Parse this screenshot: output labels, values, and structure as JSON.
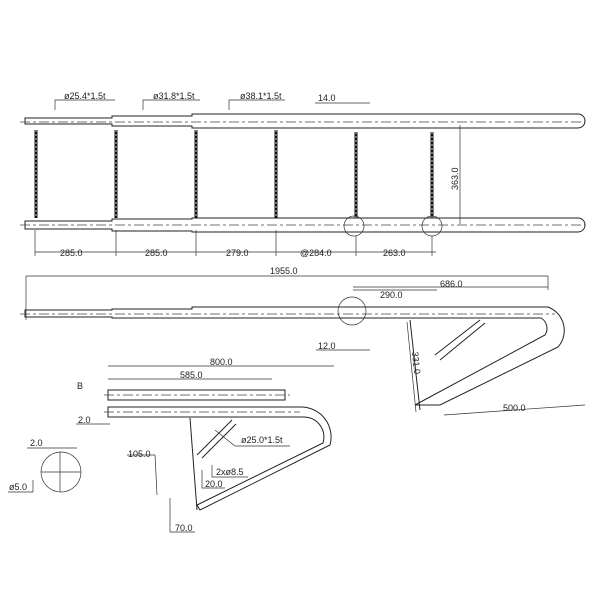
{
  "drawing": {
    "top_view": {
      "tube_labels": [
        "ø25.4*1.5t",
        "ø31.8*1.5t",
        "ø38.1*1.5t"
      ],
      "offset_label": "14.0",
      "height_label": "363.0",
      "spacing_labels": [
        "285.0",
        "285.0",
        "279.0",
        "@284.0",
        "263.0"
      ]
    },
    "side_view": {
      "overall_length": "1955.0",
      "dim_290": "290.0",
      "dim_686": "686.0",
      "dim_12": "12.0",
      "dim_331": "331.0",
      "dim_500": "500.0"
    },
    "detail_view": {
      "dim_800": "800.0",
      "dim_585": "585.0",
      "callout_b": "B",
      "dim_2": "2.0",
      "tube_label": "ø25.0*1.5t",
      "dim_105": "105.0",
      "holes_label": "2xø8.5",
      "dim_20": "20.0",
      "dim_70": "70.0"
    },
    "detail_b": {
      "dim_2": "2.0",
      "dia_5": "ø5.0"
    }
  }
}
